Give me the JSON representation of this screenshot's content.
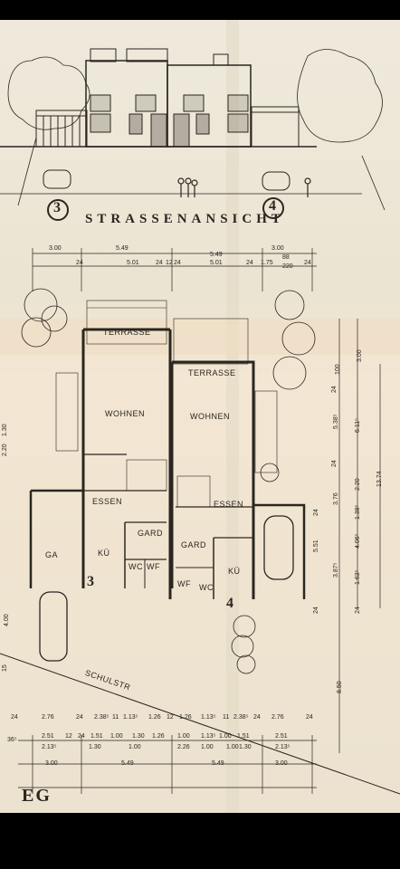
{
  "title": "STRASSENANSICHT",
  "floor_label": "EG",
  "house_numbers": [
    "3",
    "4"
  ],
  "rooms": {
    "terrasse_left": "TERRASSE",
    "terrasse_right": "TERRASSE",
    "wohnen_left": "WOHNEN",
    "wohnen_right": "WOHNEN",
    "essen_left": "ESSEN",
    "essen_right": "ESSEN",
    "gard_left": "GARD",
    "gard_right": "GARD",
    "ga": "GA",
    "kue_left": "KÜ",
    "kue_right": "KÜ",
    "wc_left": "WC",
    "wf_left": "WF",
    "wf_right": "WF",
    "wc_right": "WC",
    "street": "SCHULSTR"
  },
  "top_dims": {
    "row1": [
      "3.00",
      "5.49",
      "5.49",
      "3.00"
    ],
    "row2": [
      "24",
      "5.01",
      "24",
      "12",
      "24",
      "5.01",
      "24",
      "1.75",
      "88",
      "220",
      "24"
    ]
  },
  "right_dims": [
    "3.00",
    "100",
    "24",
    "5.38⁵",
    "6.11⁵",
    "13.74",
    "24",
    "2.20",
    "1.38⁵",
    "3.76",
    "24",
    "5.51",
    "4.06⁵",
    "3.87⁵",
    "1.63⁵",
    "24",
    "24",
    "8.50"
  ],
  "left_dims": [
    "2.20",
    "1.30",
    "4.00",
    "15"
  ],
  "bottom_dims": {
    "row1": [
      "24",
      "2.76",
      "24",
      "2.38⁵",
      "11",
      "1.13⁵",
      "1.26",
      "12",
      "1.26",
      "1.13⁵",
      "11",
      "2.38⁵",
      "24",
      "2.76",
      "24"
    ],
    "row2": [
      "36⁵",
      "2.51",
      "1.30",
      "2.13⁵",
      "12",
      "24",
      "1.51",
      "1.00",
      "1.00",
      "1.30",
      "1.26",
      "1.00",
      "2.26",
      "1.13⁵",
      "1.00",
      "1.00",
      "1.00",
      "1.51",
      "1.30",
      "2.51",
      "2.13⁵"
    ],
    "row3": [
      "3.00",
      "5.49",
      "5.49",
      "3.00"
    ]
  }
}
